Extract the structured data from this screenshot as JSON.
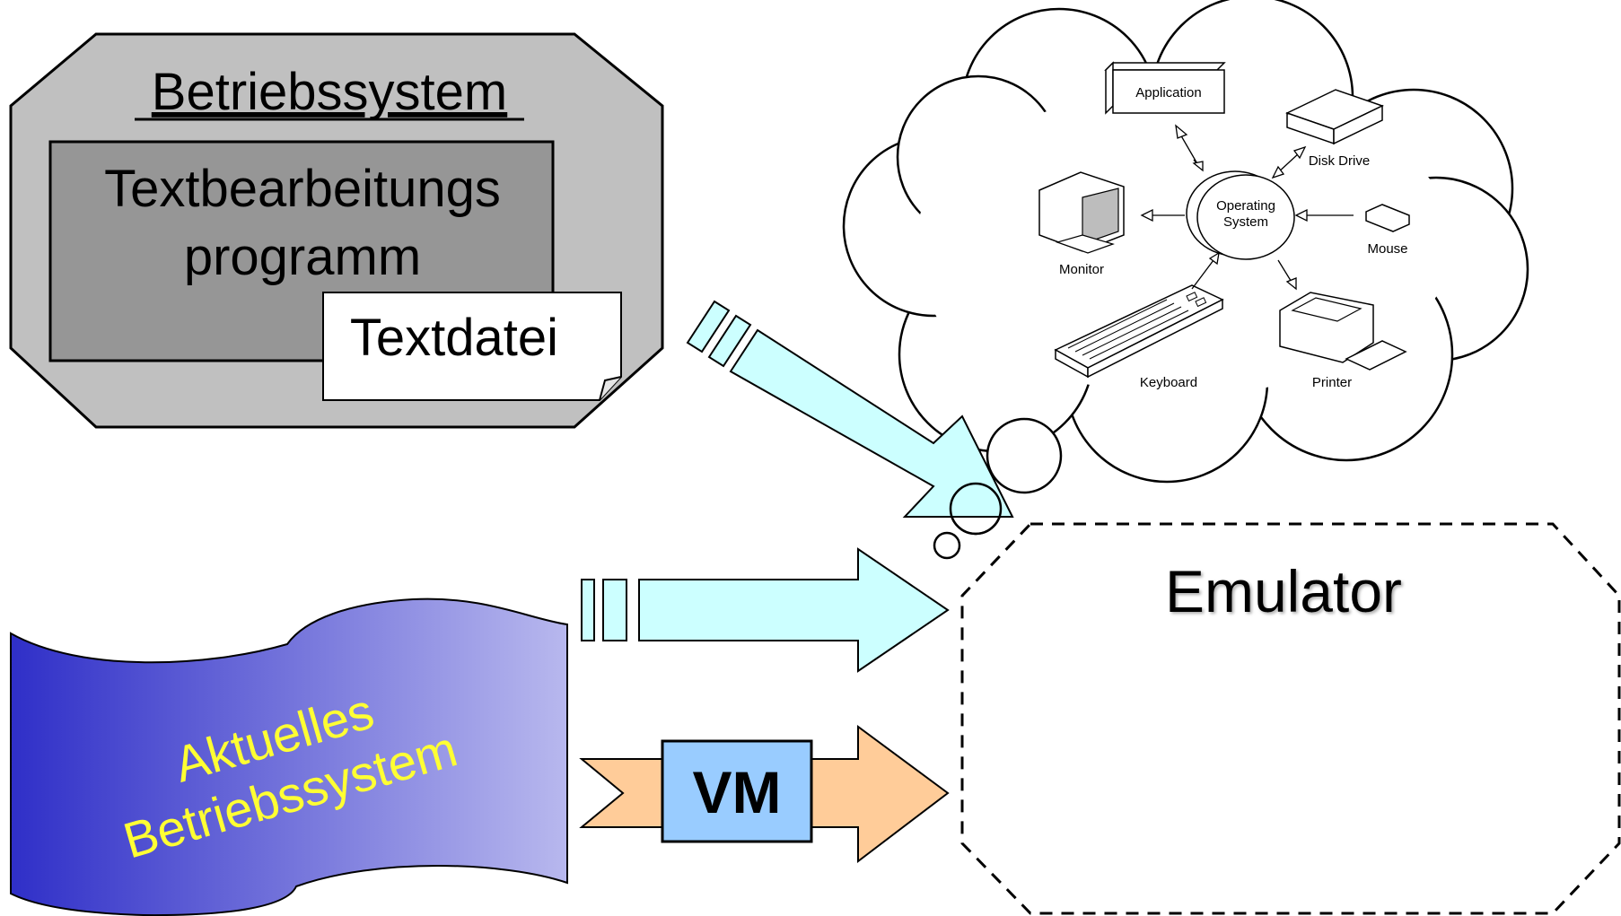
{
  "os_box": {
    "title": "Betriebssystem",
    "app_line1": "Textbearbeitungs",
    "app_line2": "programm",
    "file_label": "Textdatei"
  },
  "cloud": {
    "application": "Application",
    "disk_drive": "Disk Drive",
    "os_line1": "Operating",
    "os_line2": "System",
    "monitor": "Monitor",
    "mouse": "Mouse",
    "keyboard": "Keyboard",
    "printer": "Printer"
  },
  "banner": {
    "line1": "Aktuelles",
    "line2": "Betriebssystem"
  },
  "vm_label": "VM",
  "emulator_label": "Emulator",
  "colors": {
    "os_box_fill": "#c0c0c0",
    "app_box_fill": "#969696",
    "arrow_cyan": "#ccffff",
    "arrow_orange": "#ffcc99",
    "vm_box_fill": "#99ccff",
    "banner_gradient_start": "#2f2fc8",
    "banner_gradient_end": "#b8b8ee",
    "banner_text": "#ffff33"
  }
}
